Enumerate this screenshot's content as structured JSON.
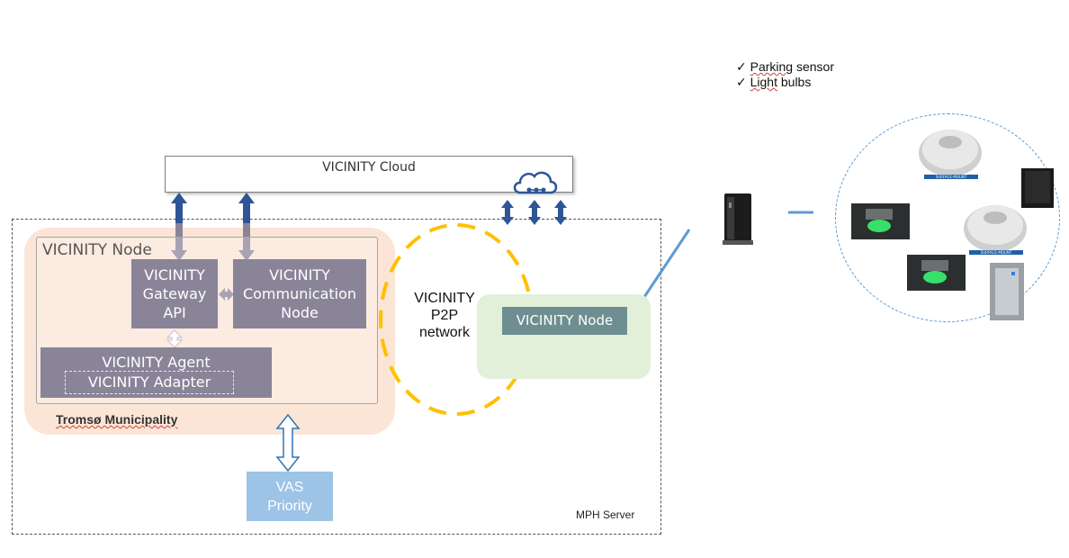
{
  "cloud": {
    "label": "VICINITY Cloud"
  },
  "server": {
    "label": "MPH Server"
  },
  "municipality": {
    "label": "Tromsø Municipality"
  },
  "local_node": {
    "title": "VICINITY Node",
    "gateway_api": [
      "VICINITY",
      "Gateway",
      "API"
    ],
    "communication_node": [
      "VICINITY",
      "Communication",
      "Node"
    ],
    "agent": "VICINITY Agent",
    "adapter": "VICINITY Adapter"
  },
  "vas": [
    "VAS",
    "Priority"
  ],
  "p2p": [
    "VICINITY",
    "P2P",
    "network"
  ],
  "remote_node": {
    "label": "VICINITY Node"
  },
  "checklist": [
    {
      "prefix": "Parking",
      "rest": " sensor"
    },
    {
      "prefix": "Light",
      "rest": " bulbs"
    }
  ],
  "devices": {
    "surface_mount_label": "SURFACE-MOUNT"
  },
  "colors": {
    "arrow_dark": "#2f5597",
    "arrow_grey": "#8a8499",
    "p2p_ring": "#ffc000",
    "link_blue": "#5b9bd5"
  }
}
